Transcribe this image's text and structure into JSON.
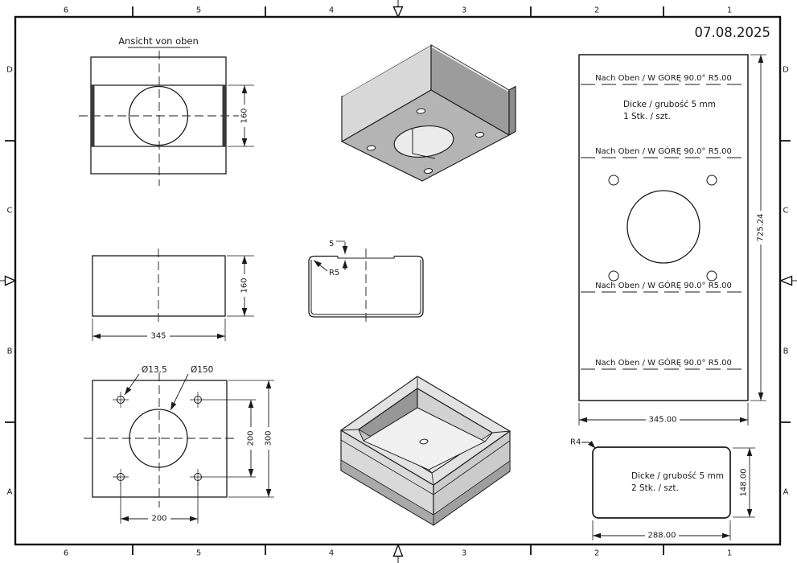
{
  "sheet": {
    "date": "07.08.2025"
  },
  "frame": {
    "top_zones": [
      "6",
      "5",
      "4",
      "3",
      "2",
      "1"
    ],
    "bottom_zones": [
      "6",
      "5",
      "4",
      "3",
      "2",
      "1"
    ],
    "left_zones": [
      "D",
      "C",
      "B",
      "A"
    ],
    "right_zones": [
      "D",
      "C",
      "B",
      "A"
    ]
  },
  "top_view": {
    "title": "Ansicht von oben",
    "dim_height": "160"
  },
  "front_view": {
    "dim_width": "345",
    "dim_height": "160"
  },
  "section_view": {
    "dim_thickness": "5",
    "radius_label": "R5"
  },
  "hole_view": {
    "hole_dia": "Ø13.5",
    "circle_dia": "Ø150",
    "hole_spacing_v": "200",
    "plate_height": "300",
    "hole_spacing_h": "200"
  },
  "flat_pattern": {
    "bend_note": "Nach Oben / W GÓRĘ 90.0° R5.00",
    "thickness_note": "Dicke / grubość 5 mm",
    "quantity_note": "1 Stk. / szt.",
    "dim_height": "725.24",
    "dim_width": "345.00"
  },
  "side_plate": {
    "radius_label": "R4",
    "thickness_note": "Dicke / grubość 5 mm",
    "quantity_note": "2 Stk. / szt.",
    "dim_width": "288.00",
    "dim_height": "148.00"
  },
  "colors": {
    "line": "#1c1c1c",
    "metal_light": "#d8d8d8",
    "metal_mid": "#b4b4b4",
    "metal_dark": "#9c9c9c",
    "paper": "#ffffff"
  }
}
